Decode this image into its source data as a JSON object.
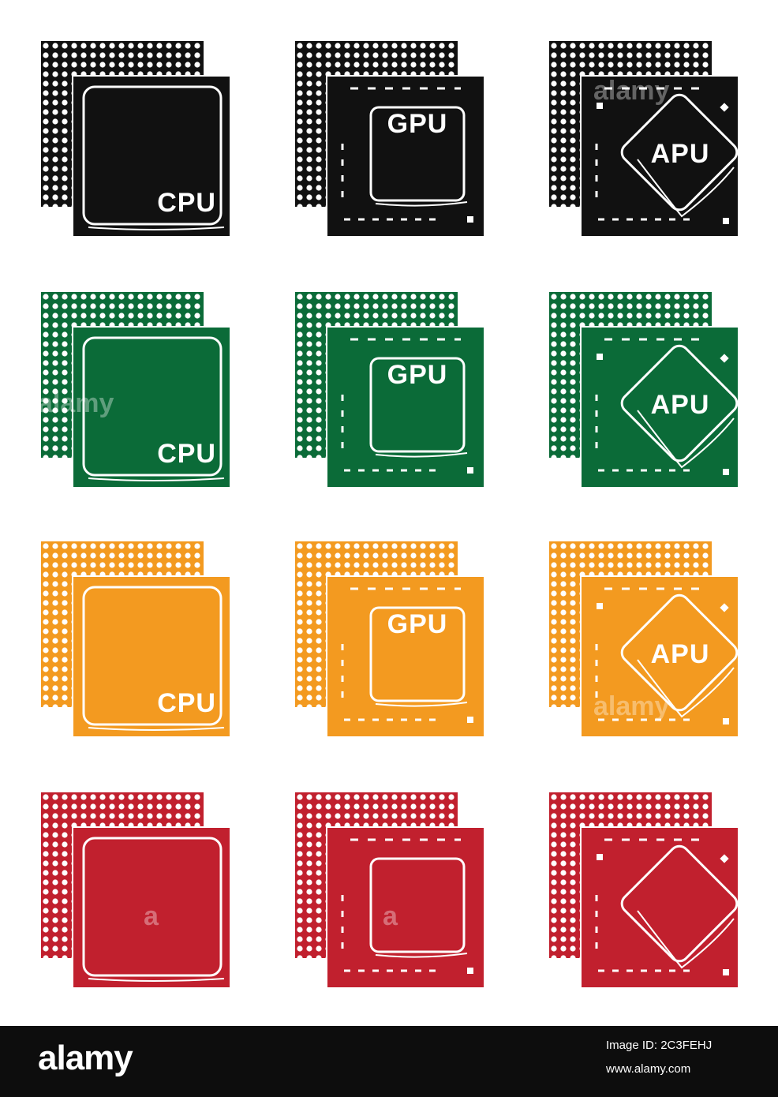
{
  "colors": [
    "#111111",
    "#0b6b38",
    "#f39a20",
    "#c1202e"
  ],
  "rows": [
    {
      "color": "#111111",
      "labels": {
        "cpu": "CPU",
        "gpu": "GPU",
        "apu": "APU"
      }
    },
    {
      "color": "#0b6b38",
      "labels": {
        "cpu": "CPU",
        "gpu": "GPU",
        "apu": "APU"
      }
    },
    {
      "color": "#f39a20",
      "labels": {
        "cpu": "CPU",
        "gpu": "GPU",
        "apu": "APU"
      }
    },
    {
      "color": "#c1202e",
      "labels": {
        "cpu": "",
        "gpu": "",
        "apu": ""
      }
    }
  ],
  "icons": {
    "cpu": "cpu-chip-icon",
    "gpu": "gpu-chip-icon",
    "apu": "apu-chip-icon"
  },
  "watermark": {
    "text": "alamy",
    "short": "a"
  },
  "footer": {
    "logo": "alamy",
    "image_id": "Image ID: 2C3FEHJ",
    "url": "www.alamy.com"
  }
}
